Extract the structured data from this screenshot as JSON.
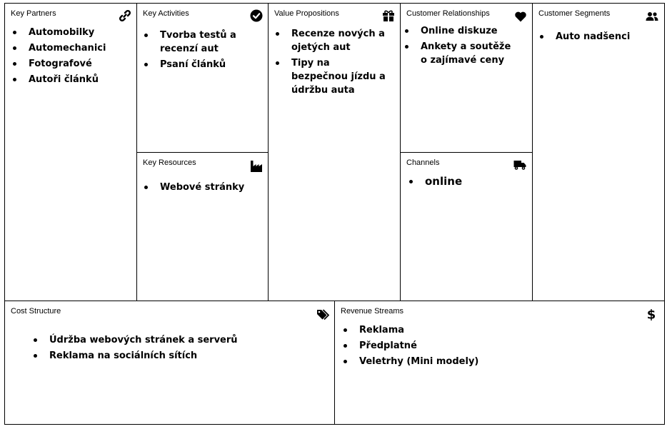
{
  "canvas": {
    "key_partners": {
      "title": "Key Partners",
      "icon": "link-icon",
      "items": [
        "Automobilky",
        "Automechanici",
        "Fotografové",
        "Autoři článků"
      ]
    },
    "key_activities": {
      "title": "Key Activities",
      "icon": "check-circle-icon",
      "items": [
        "Tvorba testů a recenzí aut",
        "Psaní článků"
      ]
    },
    "key_resources": {
      "title": "Key Resources",
      "icon": "factory-icon",
      "items": [
        "Webové stránky"
      ]
    },
    "value_propositions": {
      "title": "Value Propositions",
      "icon": "gift-icon",
      "items": [
        "Recenze nových a ojetých aut",
        "Tipy na bezpečnou jízdu a údržbu auta"
      ]
    },
    "customer_relationships": {
      "title": "Customer Relationships",
      "icon": "heart-icon",
      "items": [
        "Online diskuze",
        "Ankety a soutěže o zajímavé ceny"
      ]
    },
    "channels": {
      "title": "Channels",
      "icon": "truck-icon",
      "items": [
        "online"
      ]
    },
    "customer_segments": {
      "title": "Customer Segments",
      "icon": "people-icon",
      "items": [
        "Auto nadšenci"
      ]
    },
    "cost_structure": {
      "title": "Cost Structure",
      "icon": "tags-icon",
      "items": [
        "Údržba webových stránek a serverů",
        "Reklama na sociálních sítích"
      ]
    },
    "revenue_streams": {
      "title": "Revenue Streams",
      "icon": "dollar-icon",
      "items": [
        "Reklama",
        "Předplatné",
        "Veletrhy (Mini modely)"
      ]
    }
  }
}
